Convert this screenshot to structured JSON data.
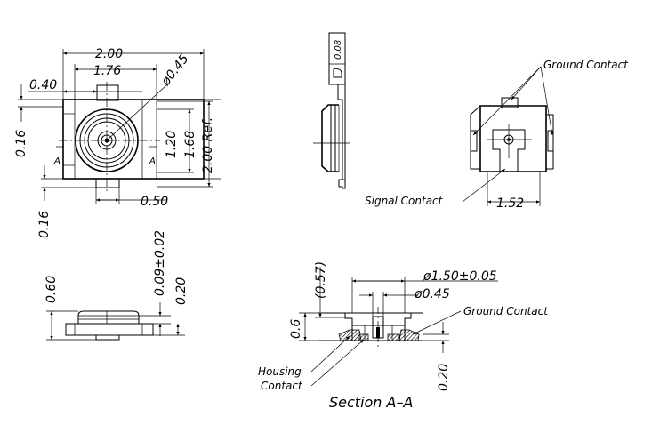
{
  "top_view": {
    "dim_width": "2.00",
    "dim_inner_width": "1.76",
    "dim_left_offset": "0.40",
    "dim_diameter": "ø0.45",
    "dim_left_vertical": "0.16",
    "dim_section_marker_left": "A",
    "dim_section_marker_right": "A",
    "dim_height_inner": "1.20",
    "dim_height_mid": "1.68",
    "dim_height_total": "2.00 Ref.",
    "dim_bottom_left": "0.16",
    "dim_tab_width": "0.50"
  },
  "side_view": {
    "dim_label": "0.08"
  },
  "bottom_view": {
    "ground_contact": "Ground Contact",
    "signal_contact": "Signal Contact",
    "dim_width": "1.52"
  },
  "front_view": {
    "dim_height": "0.60",
    "dim_gap": "0.09±0.02",
    "dim_base": "0.20"
  },
  "section_view": {
    "dim_outer_diameter": "ø1.50±0.05",
    "dim_inner_diameter": "ø0.45",
    "dim_ref_height": "(0.57)",
    "dim_height": "0.6",
    "ground_contact": "Ground Contact",
    "housing": "Housing",
    "contact": "Contact",
    "dim_bottom": "0.20",
    "title": "Section A–A"
  }
}
